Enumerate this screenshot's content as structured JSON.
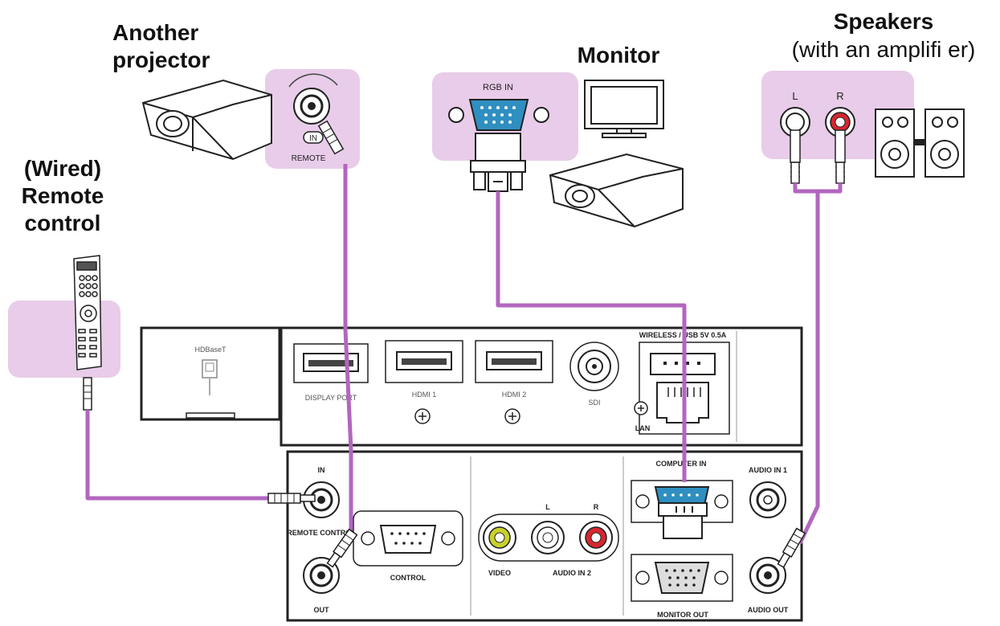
{
  "labels": {
    "another_projector_line1": "Another",
    "another_projector_line2": "projector",
    "monitor": "Monitor",
    "speakers": "Speakers",
    "speakers_sub": "(with an amplifi er)",
    "wired_line1": "(Wired)",
    "wired_line2": "Remote",
    "wired_line3": "control"
  },
  "connectors": {
    "in_short": "IN",
    "remote": "REMOTE",
    "rgb_in": "RGB IN",
    "left": "L",
    "right": "R"
  },
  "panel": {
    "hdbaset": "HDBaseT",
    "displayport": "DISPLAY PORT",
    "hdmi1": "HDMI 1",
    "hdmi2": "HDMI 2",
    "sdi": "SDI",
    "usb": "WIRELESS / USB 5V 0.5A",
    "lan": "LAN",
    "in": "IN",
    "remote_control": "REMOTE CONTROL",
    "out": "OUT",
    "control": "CONTROL",
    "video": "VIDEO",
    "audio_l": "L",
    "audio_r": "R",
    "audio_in2": "AUDIO IN 2",
    "computer_in": "COMPUTER IN",
    "audio_in1": "AUDIO IN 1",
    "monitor_out": "MONITOR OUT",
    "audio_out": "AUDIO OUT"
  },
  "colors": {
    "highlight": "#e8cce9",
    "cable": "#b266bf",
    "vga_blue": "#2f8fc0",
    "rca_yellow": "#c8d22a",
    "rca_red": "#d8262e"
  }
}
